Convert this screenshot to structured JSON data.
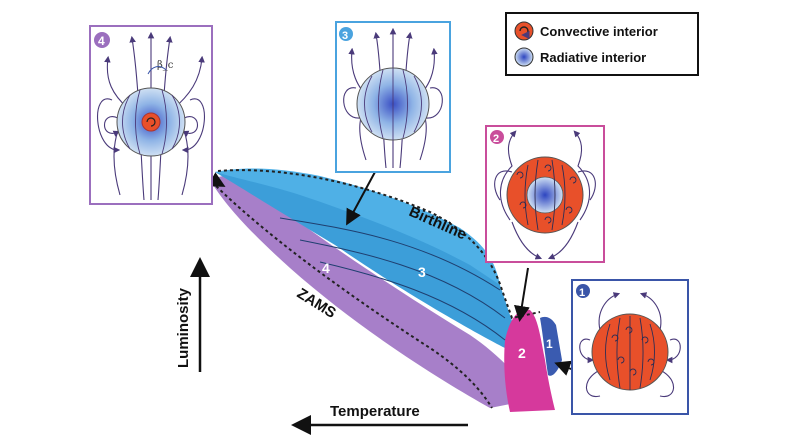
{
  "legend": {
    "items": [
      {
        "label": "Convective interior",
        "color": "#e8502a"
      },
      {
        "label": "Radiative interior",
        "color": "#5a8fd6"
      }
    ]
  },
  "panels": [
    {
      "number": "4",
      "frame_color": "#9b6fbe",
      "type": "radiative-with-convective-core",
      "annotation": "β_c"
    },
    {
      "number": "3",
      "frame_color": "#4aa3df",
      "type": "radiative"
    },
    {
      "number": "2",
      "frame_color": "#c94d9b",
      "type": "convective-with-radiative-core"
    },
    {
      "number": "1",
      "frame_color": "#3a55a8",
      "type": "convective"
    }
  ],
  "regions": [
    {
      "number": "4",
      "color": "#a77fc9"
    },
    {
      "number": "3",
      "color": "#3c9ed9"
    },
    {
      "number": "2",
      "color": "#d6399c"
    },
    {
      "number": "1",
      "color": "#3a5bb0"
    }
  ],
  "labels": {
    "birthline": "Birthline",
    "zams": "ZAMS",
    "ylabel": "Luminosity",
    "xlabel": "Temperature"
  },
  "colors": {
    "field_line": "#4a3a7a",
    "arrow": "#111111"
  }
}
